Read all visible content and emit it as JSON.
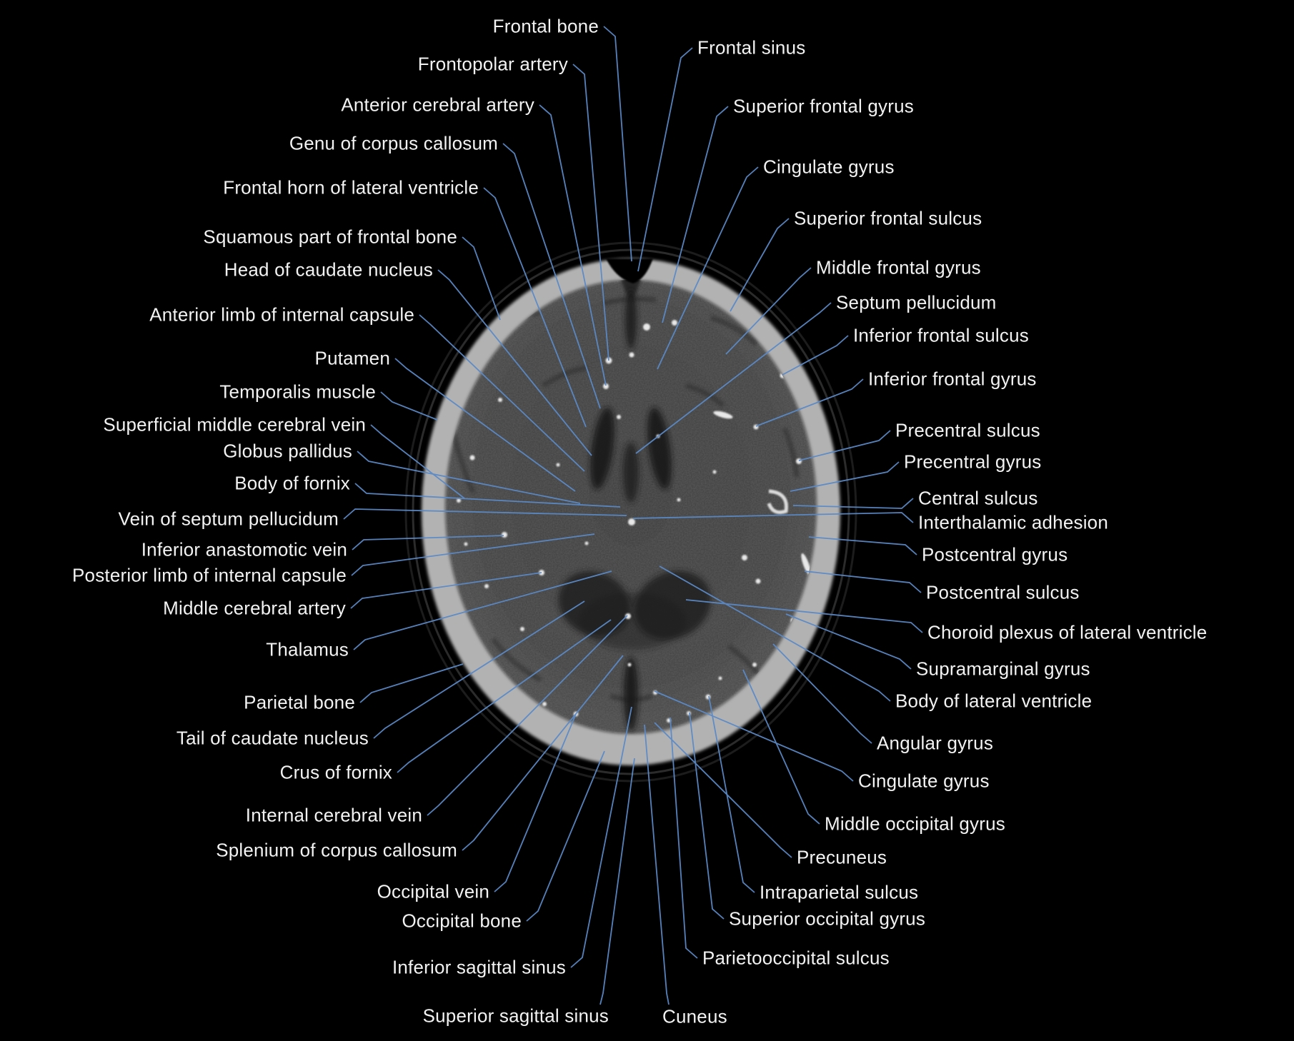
{
  "colors": {
    "background": "#000000",
    "leader_line": "#5b8ac7",
    "label_text": "#f2f2f2",
    "skull_bone": "#b2b2b2",
    "brain_tissue": "#424242"
  },
  "labels": {
    "left": [
      "Frontal bone",
      "Frontopolar artery",
      "Anterior cerebral artery",
      "Genu of corpus callosum",
      "Frontal horn of lateral ventricle",
      "Squamous part of frontal bone",
      "Head of caudate nucleus",
      "Anterior limb of internal capsule",
      "Putamen",
      "Temporalis muscle",
      "Superficial middle cerebral vein",
      "Globus pallidus",
      "Body of fornix",
      "Vein of septum pellucidum",
      "Inferior anastomotic vein",
      "Posterior limb of internal capsule",
      "Middle cerebral artery",
      "Thalamus",
      "Parietal bone",
      "Tail of caudate nucleus",
      "Crus of fornix",
      "Internal cerebral vein",
      "Splenium of corpus callosum",
      "Occipital vein",
      "Occipital bone",
      "Inferior sagittal sinus",
      "Superior sagittal sinus"
    ],
    "right": [
      "Frontal sinus",
      "Superior frontal gyrus",
      "Cingulate gyrus",
      "Superior frontal sulcus",
      "Middle frontal gyrus",
      "Septum pellucidum",
      "Inferior frontal sulcus",
      "Inferior frontal gyrus",
      "Precentral sulcus",
      "Precentral gyrus",
      "Central sulcus",
      "Interthalamic adhesion",
      "Postcentral gyrus",
      "Postcentral sulcus",
      "Choroid plexus of lateral ventricle",
      "Supramarginal gyrus",
      "Body of lateral ventricle",
      "Angular gyrus",
      "Cingulate gyrus",
      "Middle occipital gyrus",
      "Precuneus",
      "Intraparietal sulcus",
      "Superior occipital gyrus",
      "Parietooccipital sulcus",
      "Cuneus"
    ]
  }
}
